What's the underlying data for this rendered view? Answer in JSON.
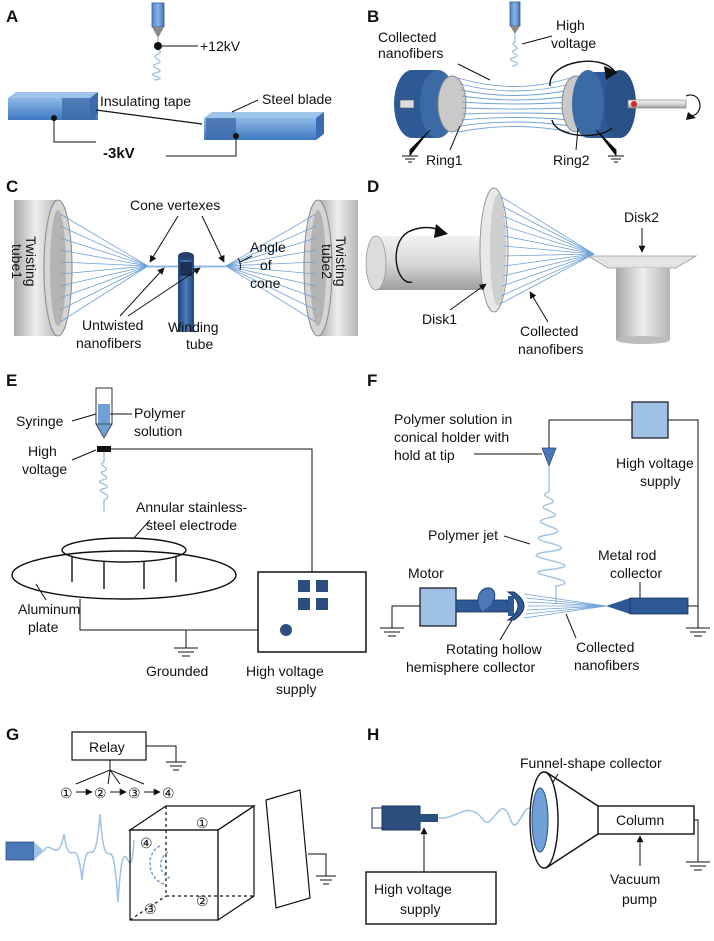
{
  "panels": {
    "A": {
      "letter": "A",
      "voltage_top": "+12kV",
      "insulating_tape": "Insulating tape",
      "steel_blade": "Steel blade",
      "voltage_bottom": "-3kV"
    },
    "B": {
      "letter": "B",
      "collected_l1": "Collected",
      "collected_l2": "nanofibers",
      "hv_l1": "High",
      "hv_l2": "voltage",
      "ring1": "Ring1",
      "ring2": "Ring2"
    },
    "C": {
      "letter": "C",
      "cone_vertexes": "Cone vertexes",
      "tube1_l1": "Twisting",
      "tube1_l2": "tube1",
      "tube2_l1": "Twisting",
      "tube2_l2": "tube2",
      "angle_l1": "Angle",
      "angle_l2": "of",
      "angle_l3": "cone",
      "untwisted_l1": "Untwisted",
      "untwisted_l2": "nanofibers",
      "winding_l1": "Winding",
      "winding_l2": "tube"
    },
    "D": {
      "letter": "D",
      "disk2": "Disk2",
      "disk1": "Disk1",
      "collected_l1": "Collected",
      "collected_l2": "nanofibers"
    },
    "E": {
      "letter": "E",
      "syringe": "Syringe",
      "polymer_l1": "Polymer",
      "polymer_l2": "solution",
      "hv_l1": "High",
      "hv_l2": "voltage",
      "annular_l1": "Annular stainless-",
      "annular_l2": "steel electrode",
      "aluminum_l1": "Aluminum",
      "aluminum_l2": "plate",
      "grounded": "Grounded",
      "hvs_l1": "High voltage",
      "hvs_l2": "supply"
    },
    "F": {
      "letter": "F",
      "polymer_l1": "Polymer solution in",
      "polymer_l2": "conical holder with",
      "polymer_l3": "hold at tip",
      "hvs_l1": "High voltage",
      "hvs_l2": "supply",
      "jet": "Polymer jet",
      "motor": "Motor",
      "metal_l1": "Metal rod",
      "metal_l2": "collector",
      "rotating_l1": "Rotating hollow",
      "rotating_l2": "hemisphere collector",
      "collected_l1": "Collected",
      "collected_l2": "nanofibers"
    },
    "G": {
      "letter": "G",
      "relay": "Relay",
      "seq_1": "①",
      "seq_2": "②",
      "seq_3": "③",
      "seq_4": "④",
      "box_1": "①",
      "box_2": "②",
      "box_3": "③",
      "box_4": "④"
    },
    "H": {
      "letter": "H",
      "funnel": "Funnel-shape collector",
      "column": "Column",
      "vacuum_l1": "Vacuum",
      "vacuum_l2": "pump",
      "hvs_l1": "High voltage",
      "hvs_l2": "supply"
    }
  },
  "colors": {
    "dark_blue": "#2d4f80",
    "mid_blue": "#4a78b8",
    "light_blue": "#6fa1d8",
    "pale_blue": "#9ec2e6",
    "grey": "#c8c8c8"
  }
}
